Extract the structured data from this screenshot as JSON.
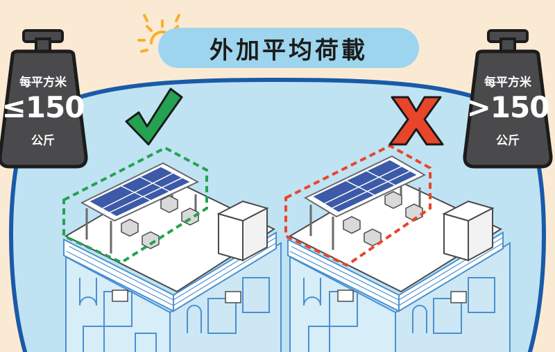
{
  "title": "外加平均荷載",
  "left_weight": {
    "top": "每平方米",
    "value": "≤150",
    "unit": "公斤"
  },
  "right_weight": {
    "top": "每平方米",
    "value": ">150",
    "unit": "公斤"
  },
  "left_mark": "check",
  "right_mark": "cross",
  "colors": {
    "background": "#fbead3",
    "ellipse": "#bfe3f3",
    "ellipse_border": "#1a5aa8",
    "pill": "#9ed5ee",
    "weight_fill": "#4a4a4c",
    "weight_stroke": "#1c1c1c",
    "check": "#25a152",
    "cross": "#e8452a",
    "sun": "#f4b02e",
    "building_line": "#4a90d0",
    "outline": "#5a5a5a"
  },
  "icons": [
    "sun-icon",
    "checkmark-icon",
    "cross-icon",
    "weight-icon",
    "solar-panel-icon"
  ]
}
